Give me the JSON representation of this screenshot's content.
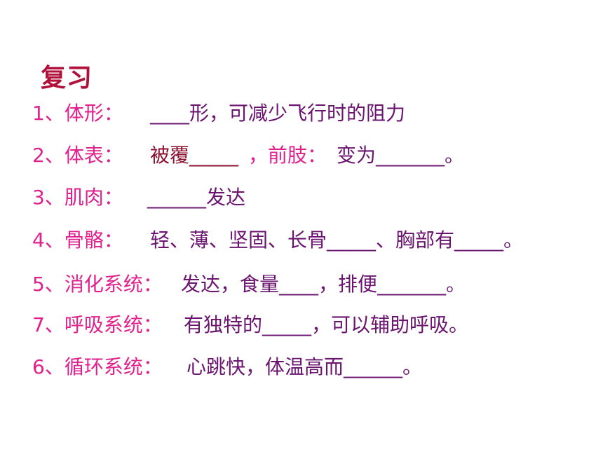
{
  "title": "复习",
  "items": [
    {
      "label": "1、体形：",
      "parts": [
        "____形，可减少飞行时的阻力"
      ]
    },
    {
      "label": "2、体表：",
      "parts": [
        "被覆_____",
        "，前肢：",
        "变为_______。"
      ]
    },
    {
      "label": "3、肌肉：",
      "parts": [
        "______发达"
      ]
    },
    {
      "label": "4、骨骼：",
      "parts": [
        "轻、薄、坚固、长骨_____、胸部有_____。"
      ]
    },
    {
      "label": "5、消化系统：",
      "parts": [
        "发达，食量____，排便_______。"
      ]
    },
    {
      "label": "7、呼吸系统：",
      "parts": [
        "有独特的_____，可以辅助呼吸。"
      ]
    },
    {
      "label": "6、循环系统：",
      "parts": [
        "心跳快，体温高而______。"
      ]
    }
  ],
  "colors": {
    "title": "#b0103a",
    "label": "#e0208c",
    "content": "#6a1470",
    "content_alt": "#8a1030"
  }
}
